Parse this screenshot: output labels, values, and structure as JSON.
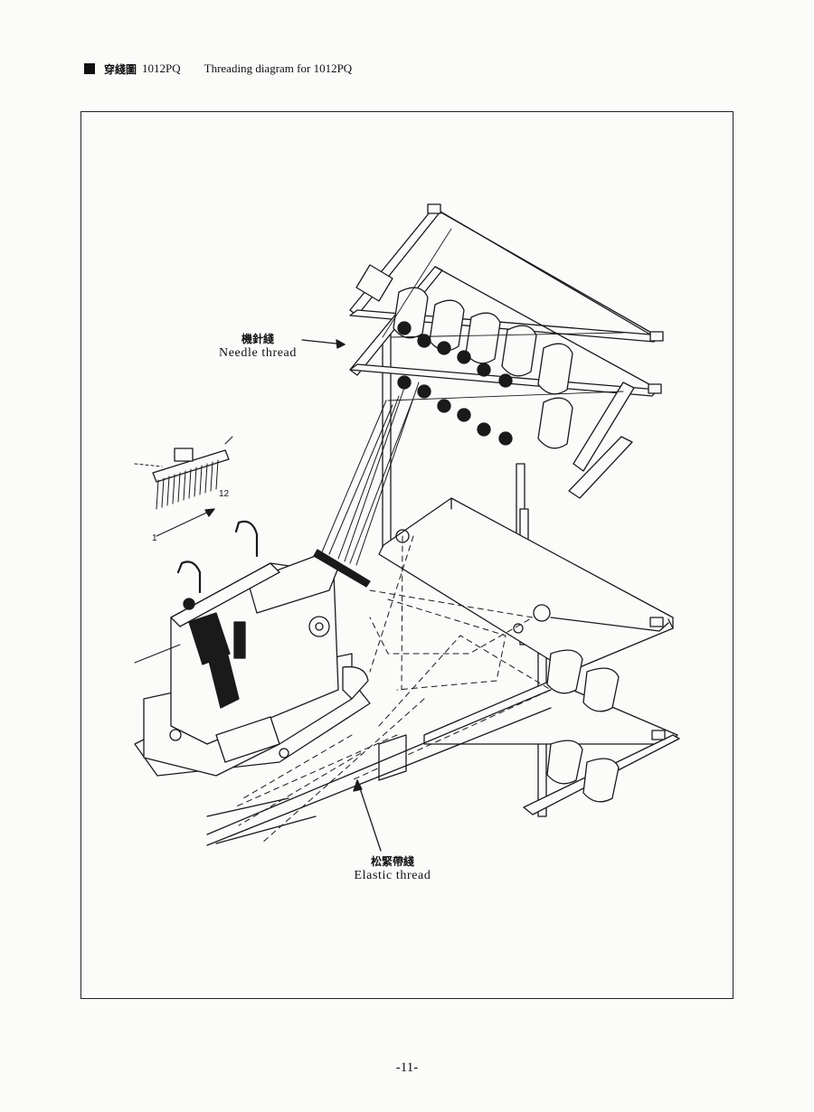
{
  "header": {
    "title_cjk": "穿綫圖",
    "model": "1012PQ",
    "title_en": "Threading diagram for 1012PQ"
  },
  "labels": {
    "needle_cjk": "機針綫",
    "needle_en": "Needle thread",
    "elastic_cjk": "松緊帶綫",
    "elastic_en": "Elastic thread",
    "guide_start": "1",
    "guide_end": "12"
  },
  "page_number": "-11-"
}
